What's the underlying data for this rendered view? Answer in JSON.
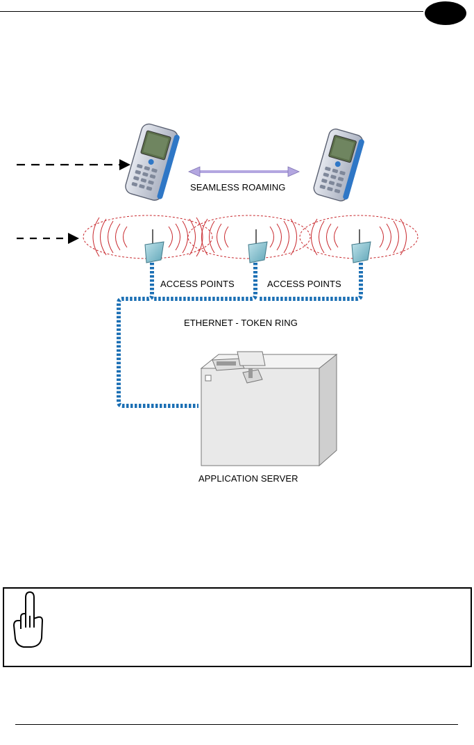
{
  "labels": {
    "seamless_roaming": "SEAMLESS ROAMING",
    "access_points_left": "ACCESS POINTS",
    "access_points_right": "ACCESS POINTS",
    "ethernet": "ETHERNET - TOKEN RING",
    "application_server": "APPLICATION SERVER"
  },
  "colors": {
    "arrow_lilac": "#b3a6e0",
    "radio_wave": "#c8282d",
    "ethernet_cable": "#1b6fb4",
    "access_point": "#8fc7d4",
    "server_body": "#e7e7e7",
    "terminal_body": "#c9cdd6",
    "terminal_accent": "#2f77c6",
    "screen": "#5b6f4a"
  },
  "icons": {
    "note": "pointing-hand-icon",
    "corner_tab": "black-oval-tab"
  }
}
